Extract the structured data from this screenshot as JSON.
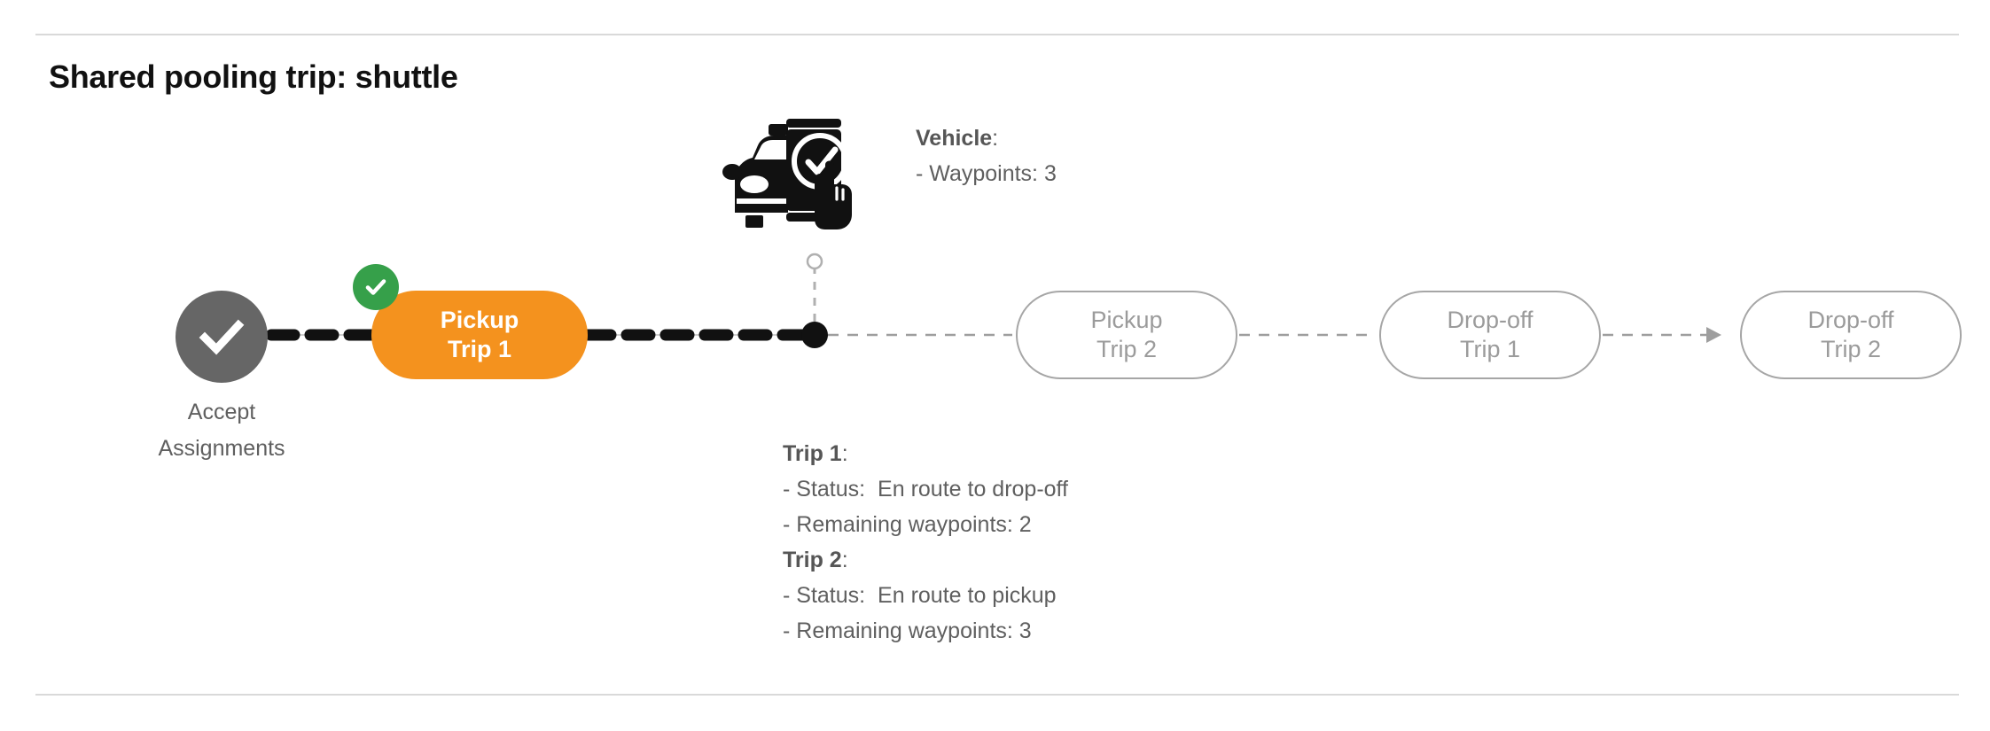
{
  "page": {
    "title": "Shared pooling trip: shuttle",
    "accent_orange": "#F4921E",
    "accent_green": "#36A04A",
    "node_gray": "#666666",
    "pending_gray": "#9b9b9b",
    "divider_gray": "#d9d9d9"
  },
  "start_node": {
    "icon": "check-circle-icon",
    "label_line1": "Accept",
    "label_line2": "Assignments"
  },
  "flow": {
    "nodes": [
      {
        "id": "pickup-trip-1",
        "line1": "Pickup",
        "line2": "Trip 1",
        "state": "active",
        "badge": "check-badge-icon"
      },
      {
        "id": "pickup-trip-2",
        "line1": "Pickup",
        "line2": "Trip 2",
        "state": "pending",
        "badge": ""
      },
      {
        "id": "dropoff-trip-1",
        "line1": "Drop-off",
        "line2": "Trip 1",
        "state": "pending",
        "badge": ""
      },
      {
        "id": "dropoff-trip-2",
        "line1": "Drop-off",
        "line2": "Trip 2",
        "state": "pending",
        "badge": ""
      }
    ]
  },
  "vehicle": {
    "icon": "vehicle-phone-check-icon",
    "heading": "Vehicle",
    "heading_colon": ":",
    "waypoints_line": "- Waypoints: 3",
    "marker": "vehicle-position-dot"
  },
  "trips": {
    "trip1": {
      "heading": "Trip 1",
      "heading_colon": ":",
      "status_label": "- Status:",
      "status_value": "En route to drop-off",
      "waypoints_line": "- Remaining waypoints: 2"
    },
    "trip2": {
      "heading": "Trip 2",
      "heading_colon": ":",
      "status_label": "- Status:",
      "status_value": "En route to pickup",
      "waypoints_line": "- Remaining waypoints: 3"
    }
  }
}
